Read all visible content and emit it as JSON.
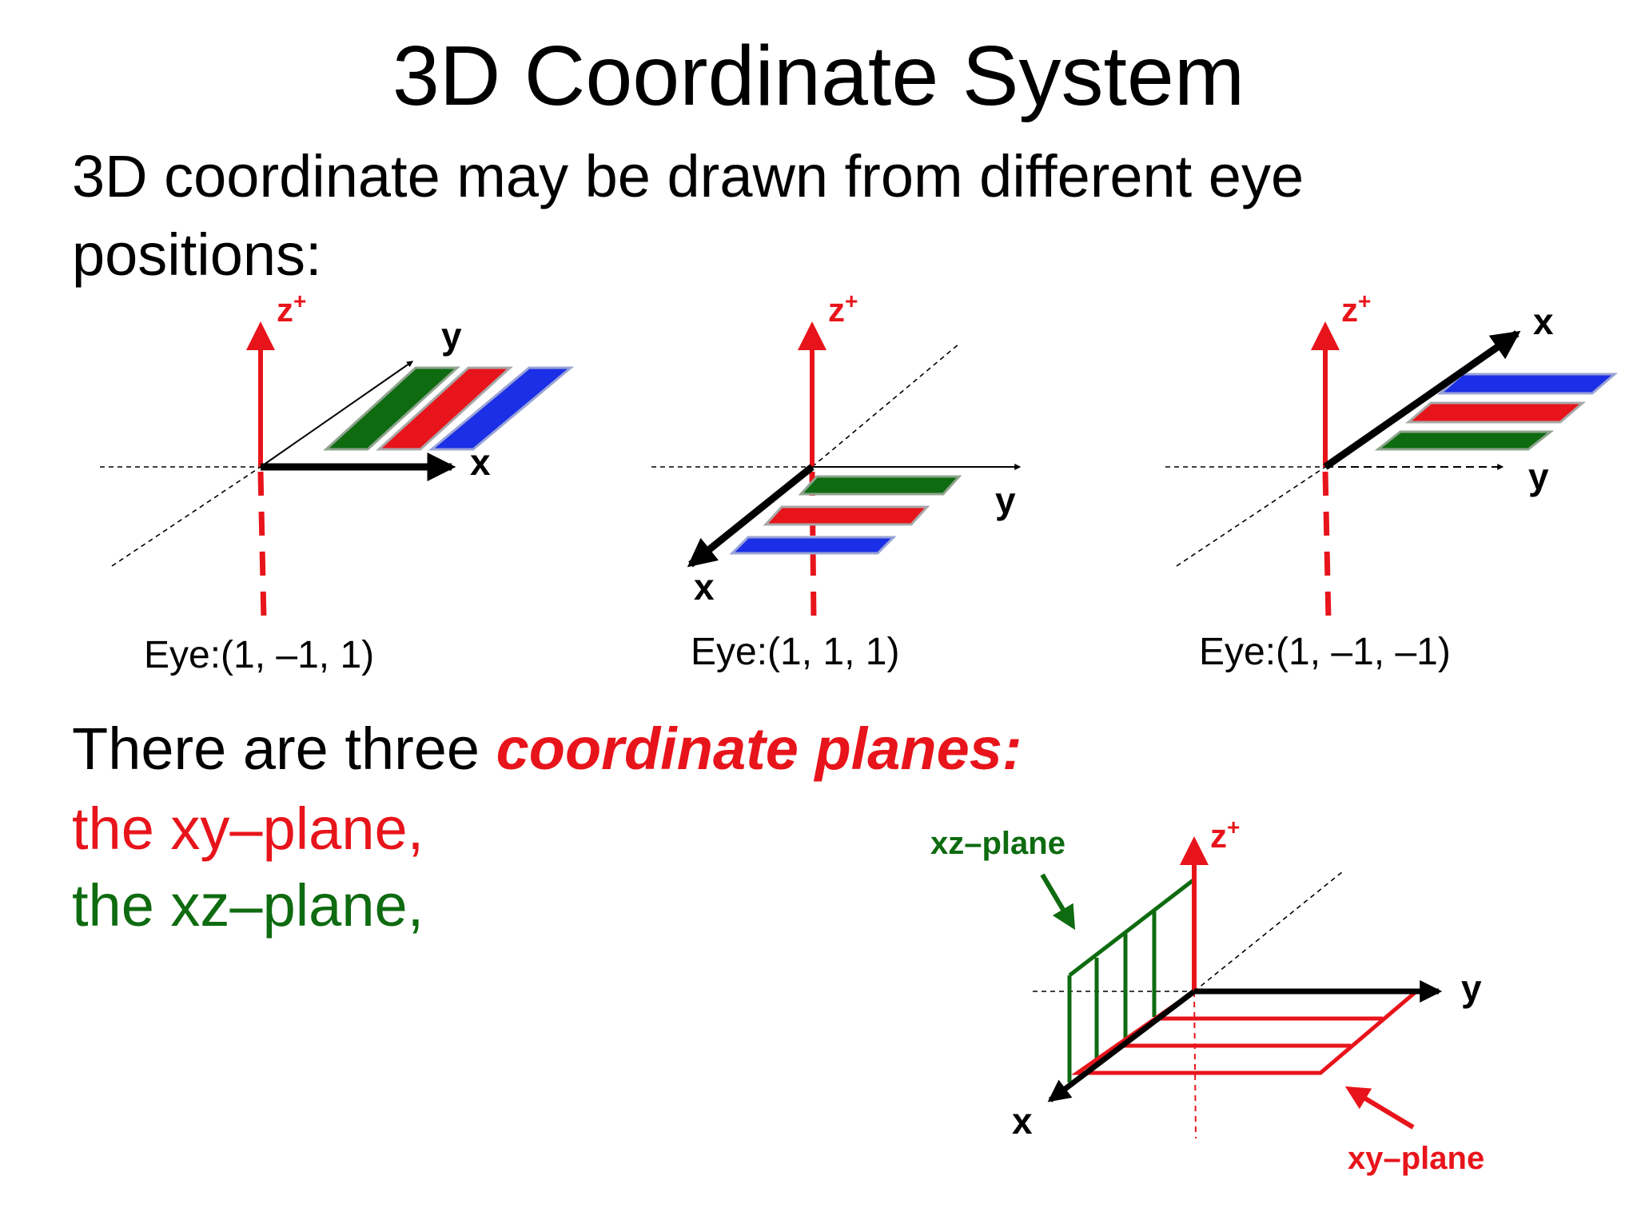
{
  "title": "3D Coordinate System",
  "intro": "3D coordinate may be drawn from different eye positions:",
  "diagrams": [
    {
      "eye": "Eye:(1, –1, 1)",
      "z": "z",
      "z_sup": "+",
      "x": "x",
      "y": "y"
    },
    {
      "eye": "Eye:(1, 1, 1)",
      "z": "z",
      "z_sup": "+",
      "x": "x",
      "y": "y"
    },
    {
      "eye": "Eye:(1, –1, –1)",
      "z": "z",
      "z_sup": "+",
      "x": "x",
      "y": "y"
    }
  ],
  "planes": {
    "heading_prefix": "There are three ",
    "heading_highlight": "coordinate planes",
    "heading_suffix": ":",
    "lines": [
      "the xy–plane,",
      "the xz–plane,"
    ],
    "diagram": {
      "z": "z",
      "z_sup": "+",
      "x": "x",
      "y": "y",
      "xz_label": "xz–plane",
      "xy_label": "xy–plane"
    }
  },
  "colors": {
    "red": "#e8141b",
    "green": "#0e6b10",
    "blue": "#1a2fe6",
    "black": "#000000"
  }
}
